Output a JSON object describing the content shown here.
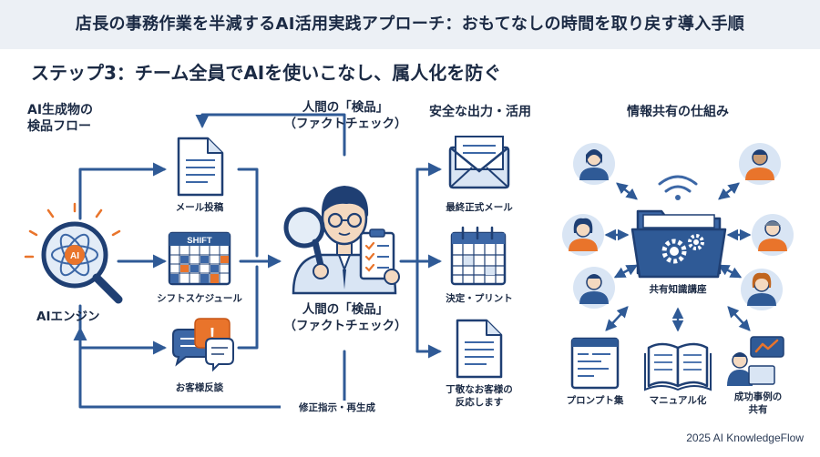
{
  "header": {
    "title": "店長の事務作業を半減するAI活用実践アプローチ：おもてなしの時間を取り戻す導入手順"
  },
  "step": {
    "title": "ステップ3：チーム全員でAIを使いこなし、属人化を防ぐ"
  },
  "inspection_flow": {
    "title_line1": "AI生成物の",
    "title_line2": "検品フロー",
    "engine_label": "AIエンジン",
    "engine_badge": "AI",
    "drafts": [
      {
        "label": "メール投稿",
        "icon": "document-icon"
      },
      {
        "label": "シフトスケジュール",
        "icon": "calendar-icon",
        "badge": "SHIFT"
      },
      {
        "label": "お客様反談",
        "icon": "chat-bubbles-icon"
      }
    ],
    "check_top_line1": "人間の「検品」",
    "check_top_line2": "（ファクトチェック）",
    "check_bottom_line1": "人間の「検品」",
    "check_bottom_line2": "（ファクトチェック）",
    "feedback_label": "修正指示・再生成"
  },
  "output": {
    "title": "安全な出力・活用",
    "items": [
      {
        "label": "最終正式メール",
        "icon": "envelope-icon"
      },
      {
        "label": "決定・プリント",
        "icon": "calendar-icon"
      },
      {
        "label_line1": "丁敬なお客様の",
        "label_line2": "反応します",
        "icon": "document-icon"
      }
    ]
  },
  "sharing": {
    "title": "情報共有の仕組み",
    "hub_label": "共有知識講座",
    "resources": [
      {
        "label": "プロンプト集",
        "icon": "code-window-icon"
      },
      {
        "label": "マニュアル化",
        "icon": "open-book-icon"
      },
      {
        "label_line1": "成功事例の",
        "label_line2": "共有",
        "icon": "presenter-icon"
      }
    ]
  },
  "colors": {
    "navy": "#1f3f73",
    "blue": "#3c67a6",
    "light_blue": "#d9e5f4",
    "orange": "#e9742b",
    "banner_bg": "#ecf0f5"
  },
  "footer": {
    "credit": "2025 AI KnowledgeFlow"
  }
}
